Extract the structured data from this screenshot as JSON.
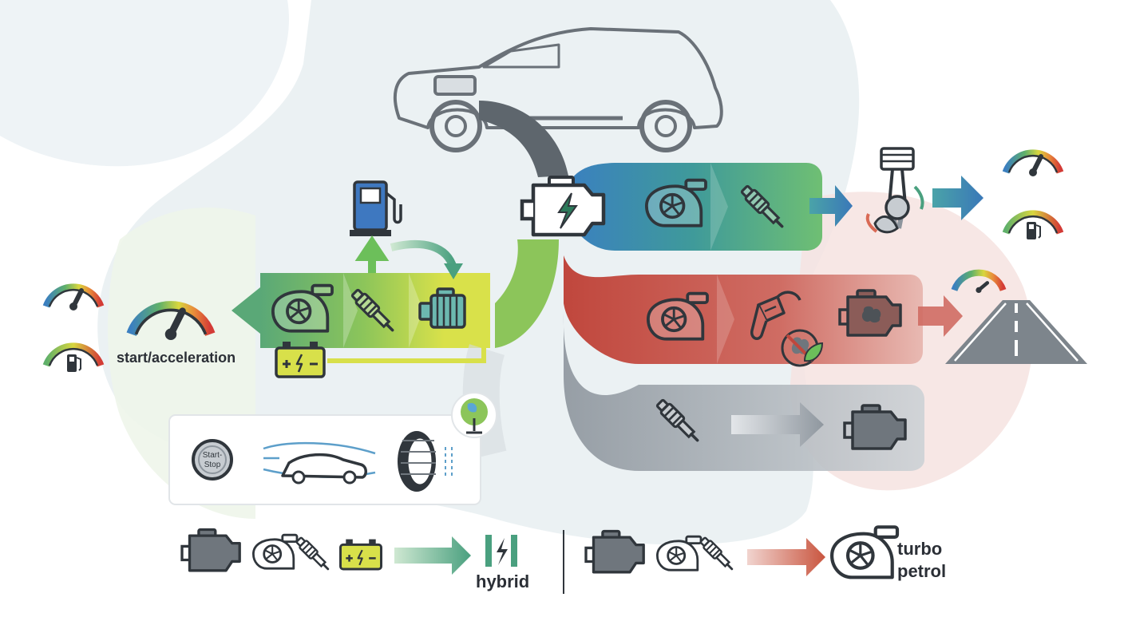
{
  "labels": {
    "start_acceleration": "start/acceleration",
    "start_stop_line1": "Start-",
    "start_stop_line2": "Stop",
    "hybrid": "hybrid",
    "turbo_line1": "turbo",
    "turbo_line2": "petrol"
  },
  "icons": [
    "car-outline-icon",
    "engine-warning-icon",
    "fuel-pump-icon",
    "turbo-icon",
    "fuel-injector-icon",
    "electric-motor-icon",
    "battery-icon",
    "gauge-icon",
    "fuel-gauge-icon",
    "piston-icon",
    "road-icon",
    "start-stop-button-icon",
    "aero-car-icon",
    "tire-icon",
    "eco-tree-icon",
    "fuel-nozzle-icon",
    "engine-icon",
    "no-emission-icon",
    "hybrid-icon"
  ],
  "colors": {
    "green_band": "#8cc55a",
    "blue_band": "#3f86c2",
    "red_band": "#c0473d",
    "gray_band": "#98a0a8",
    "icon_dark": "#30363c",
    "accent_yellow": "#d8e04a",
    "fuel_blue": "#3e78c0"
  }
}
